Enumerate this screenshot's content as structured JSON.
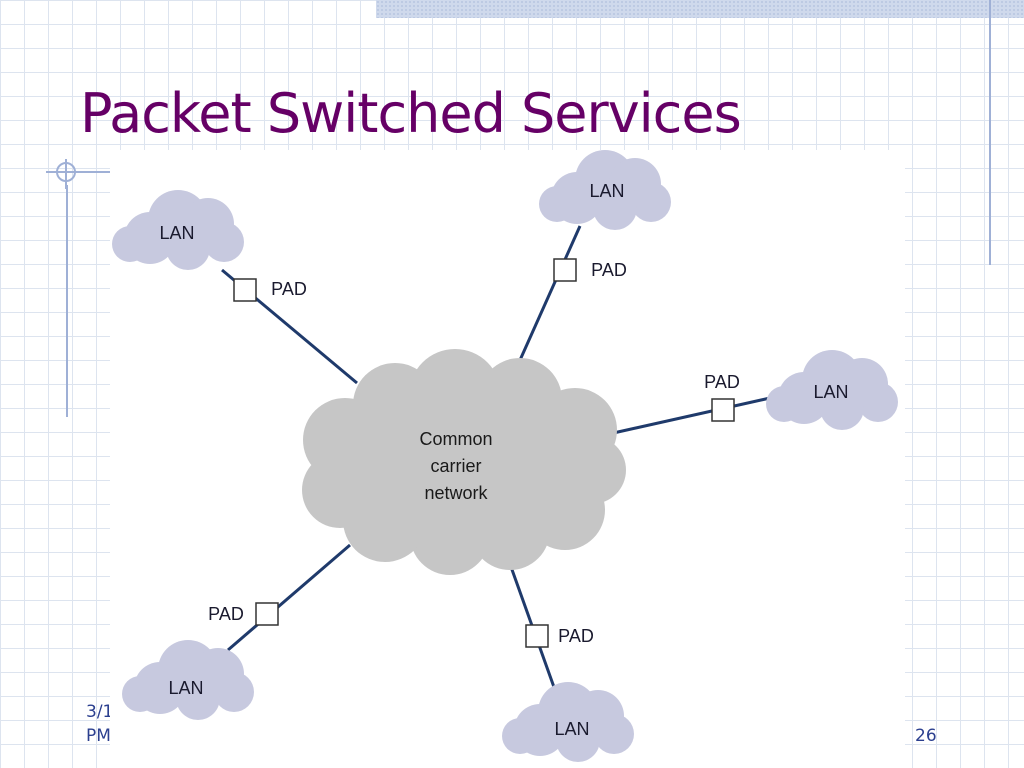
{
  "slide": {
    "title": "Packet Switched Services",
    "date_line1": "3/1",
    "date_line2": "PM",
    "page_number": "26"
  },
  "diagram": {
    "center": {
      "label_lines": [
        "Common",
        "carrier",
        "network"
      ]
    },
    "lan_label": "LAN",
    "pad_label": "PAD",
    "nodes": [
      {
        "id": "top-left",
        "lan": "LAN",
        "pad": "PAD"
      },
      {
        "id": "top-center",
        "lan": "LAN",
        "pad": "PAD"
      },
      {
        "id": "right",
        "lan": "LAN",
        "pad": "PAD"
      },
      {
        "id": "bottom-left",
        "lan": "LAN",
        "pad": "PAD"
      },
      {
        "id": "bottom-center",
        "lan": "LAN",
        "pad": "PAD"
      }
    ]
  },
  "colors": {
    "title": "#660066",
    "lan_cloud": "#c7c9df",
    "carrier_cloud": "#c6c6c6",
    "link_line": "#1f3a6b",
    "footer_text": "#2b3f8f"
  }
}
